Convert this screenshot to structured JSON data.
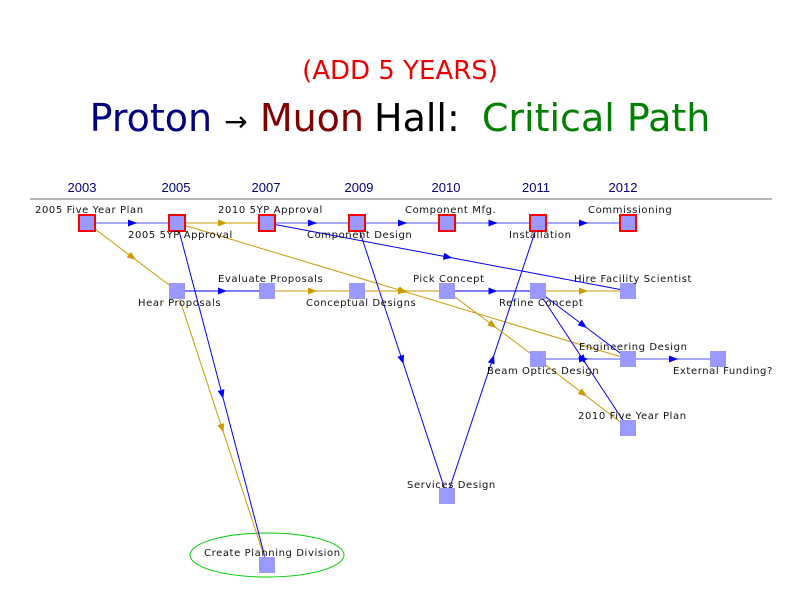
{
  "subtitle": "(ADD 5 YEARS)",
  "title": {
    "part1": "Proton",
    "arrow": "→",
    "part2": "Muon",
    "part3": "Hall:",
    "part4": "Critical Path"
  },
  "colors": {
    "critical_border": "#ff0000",
    "node_fill": "#9999ff",
    "blue_edge": "#0000ff",
    "light_edge": "#8888ff",
    "gold_edge": "#cc9900",
    "ellipse": "#00cc00"
  },
  "years": [
    "2003",
    "2005",
    "2007",
    "2009",
    "2010",
    "2011",
    "2012"
  ],
  "nodes": [
    {
      "id": "fyp2005",
      "label": "2005 Five Year Plan",
      "critical": true
    },
    {
      "id": "syp2005",
      "label": "2005 5YP Approval",
      "critical": true
    },
    {
      "id": "syp2010",
      "label": "2010 5YP Approval",
      "critical": true
    },
    {
      "id": "compdesign",
      "label": "Component Design",
      "critical": true
    },
    {
      "id": "compmfg",
      "label": "Component Mfg.",
      "critical": true
    },
    {
      "id": "install",
      "label": "Installation",
      "critical": true
    },
    {
      "id": "commission",
      "label": "Commissioning",
      "critical": true
    },
    {
      "id": "hear",
      "label": "Hear Proposals",
      "critical": false
    },
    {
      "id": "evaluate",
      "label": "Evaluate Proposals",
      "critical": false
    },
    {
      "id": "conceptual",
      "label": "Conceptual Designs",
      "critical": false
    },
    {
      "id": "pick",
      "label": "Pick Concept",
      "critical": false
    },
    {
      "id": "refine",
      "label": "Refine Concept",
      "critical": false
    },
    {
      "id": "hire",
      "label": "Hire Facility Scientist",
      "critical": false
    },
    {
      "id": "beam",
      "label": "Beam Optics Design",
      "critical": false
    },
    {
      "id": "eng",
      "label": "Engineering Design",
      "critical": false
    },
    {
      "id": "funding",
      "label": "External Funding?",
      "critical": false
    },
    {
      "id": "fyp2010",
      "label": "2010 Five Year Plan",
      "critical": false
    },
    {
      "id": "services",
      "label": "Services Design",
      "critical": false
    },
    {
      "id": "planning",
      "label": "Create Planning Division",
      "critical": false
    }
  ],
  "edges": [
    {
      "from": "fyp2005",
      "to": "syp2005",
      "kind": "light"
    },
    {
      "from": "syp2005",
      "to": "syp2010",
      "kind": "gold"
    },
    {
      "from": "syp2010",
      "to": "compdesign",
      "kind": "light"
    },
    {
      "from": "compdesign",
      "to": "compmfg",
      "kind": "light"
    },
    {
      "from": "compmfg",
      "to": "install",
      "kind": "light"
    },
    {
      "from": "install",
      "to": "commission",
      "kind": "light"
    },
    {
      "from": "fyp2005",
      "to": "hear",
      "kind": "gold"
    },
    {
      "from": "syp2005",
      "to": "planning",
      "kind": "blue"
    },
    {
      "from": "hear",
      "to": "planning",
      "kind": "gold"
    },
    {
      "from": "syp2005",
      "to": "eng",
      "kind": "gold"
    },
    {
      "from": "syp2010",
      "to": "hire",
      "kind": "blue"
    },
    {
      "from": "compdesign",
      "to": "services",
      "kind": "blue"
    },
    {
      "from": "services",
      "to": "install",
      "kind": "blue"
    },
    {
      "from": "hear",
      "to": "evaluate",
      "kind": "blue"
    },
    {
      "from": "evaluate",
      "to": "conceptual",
      "kind": "gold"
    },
    {
      "from": "conceptual",
      "to": "pick",
      "kind": "gold"
    },
    {
      "from": "pick",
      "to": "refine",
      "kind": "blue"
    },
    {
      "from": "refine",
      "to": "hire",
      "kind": "gold"
    },
    {
      "from": "refine",
      "to": "eng",
      "kind": "blue"
    },
    {
      "from": "refine",
      "to": "fyp2010",
      "kind": "blue"
    },
    {
      "from": "pick",
      "to": "beam",
      "kind": "gold"
    },
    {
      "from": "beam",
      "to": "fyp2010",
      "kind": "gold"
    },
    {
      "from": "beam",
      "to": "eng",
      "kind": "light"
    },
    {
      "from": "eng",
      "to": "funding",
      "kind": "light"
    }
  ]
}
